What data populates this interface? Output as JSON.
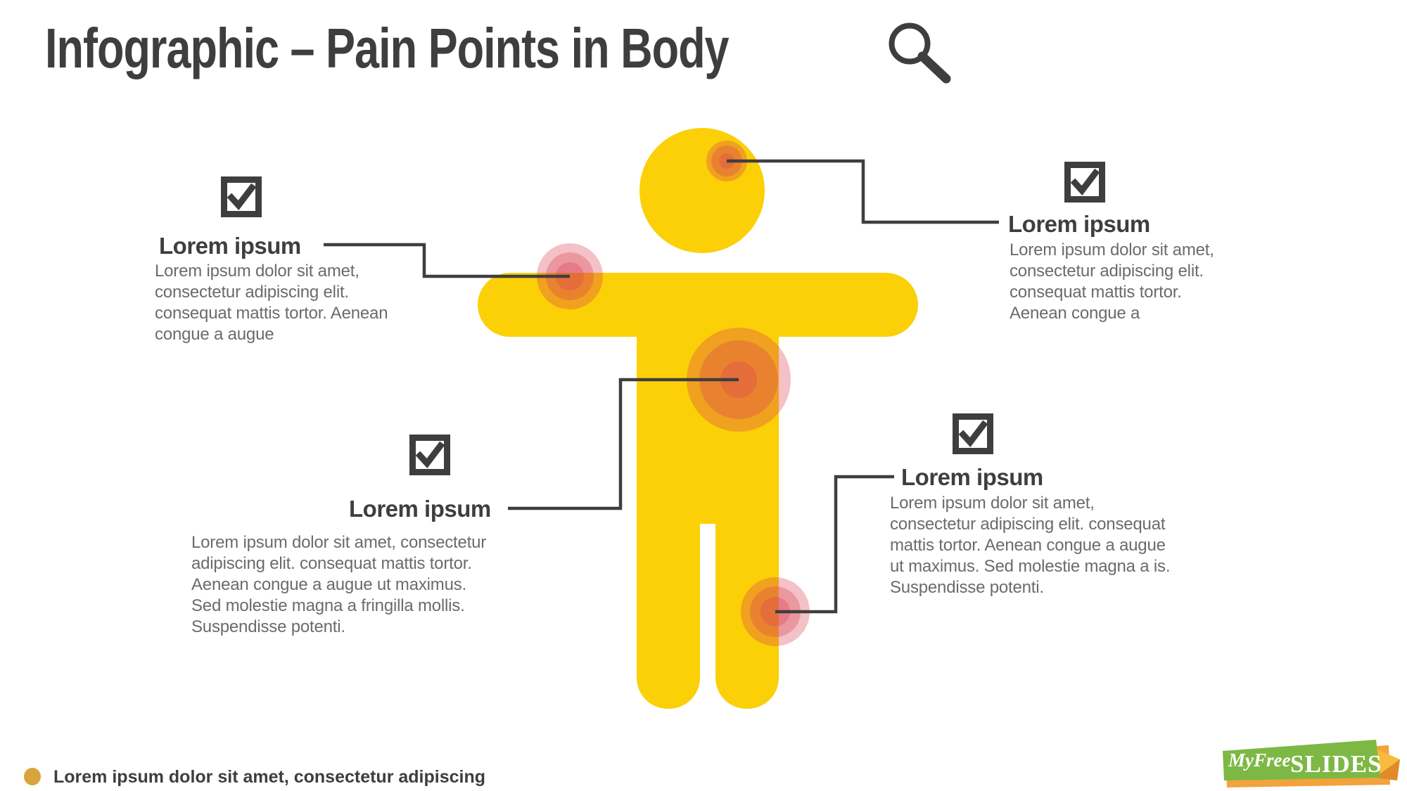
{
  "title": "Infographic – Pain Points in Body",
  "colors": {
    "figure_yellow": "#FBD007",
    "ink": "#3E3E40",
    "body_gray": "#6B6B6D",
    "bullet_gold": "#D8A43C",
    "pain_rgb": "219,68,83",
    "pain_alpha": "0.33",
    "logo_green": "#7EB844",
    "logo_orange": "#F2A33C",
    "logo_gold": "#F6BB3F",
    "logo_orange_dark": "#E08A28"
  },
  "icons": {
    "magnifier": "search-magnifier",
    "checkbox": "checked-checkbox"
  },
  "callouts": [
    {
      "heading": "Lorem ipsum",
      "body_lines": [
        "Lorem ipsum dolor sit amet,",
        "consectetur adipiscing elit.",
        "consequat mattis tortor. Aenean",
        "congue a augue"
      ]
    },
    {
      "heading": "Lorem ipsum",
      "body_lines": [
        "Lorem ipsum dolor sit amet,",
        "consectetur adipiscing elit.",
        "consequat mattis tortor.",
        "Aenean congue a"
      ]
    },
    {
      "heading": "Lorem ipsum",
      "body_lines": [
        "Lorem ipsum dolor sit amet, consectetur",
        "adipiscing elit. consequat mattis tortor.",
        "Aenean congue a augue ut maximus.",
        "Sed molestie magna a fringilla mollis.",
        "Suspendisse potenti."
      ]
    },
    {
      "heading": "Lorem ipsum",
      "body_lines": [
        "Lorem ipsum dolor sit amet,",
        "consectetur adipiscing elit. consequat",
        "mattis tortor. Aenean congue a augue",
        "ut maximus. Sed molestie magna a is.",
        "Suspendisse potenti."
      ]
    }
  ],
  "footer": {
    "bullet_text": "Lorem ipsum dolor sit amet, consectetur adipiscing"
  },
  "logo": {
    "script": "MyFree",
    "caps": "SLIDES"
  }
}
